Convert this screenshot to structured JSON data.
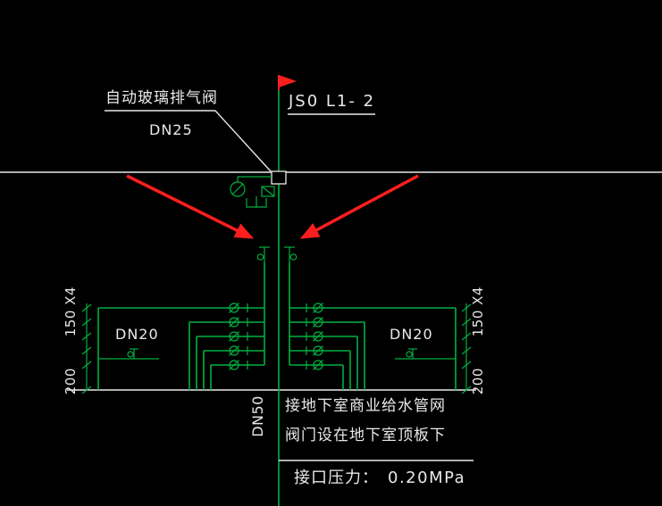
{
  "drawing": {
    "type": "plumbing-riser-diagram",
    "labels": {
      "auto_exhaust_valve": "自动玻璃排气阀",
      "auto_exhaust_valve_size": "DN25",
      "riser_id": "JS0 L1- 2",
      "branch_size_left": "DN20",
      "branch_size_right": "DN20",
      "dim_spacing_left": "150 X4",
      "dim_spacing_right": "150 X4",
      "dim_offset_left": "200",
      "dim_offset_right": "200",
      "main_pipe_size": "DN50",
      "note_line1": "接地下室商业给水管网",
      "note_line2": "阀门设在地下室顶板下",
      "pressure_label": "接口压力：",
      "pressure_value": "0.20MPa"
    },
    "colors": {
      "background": "#000000",
      "pipe_green": "#00b140",
      "annotation_white": "#e9e9e9",
      "highlight_red": "#ff1e1e"
    },
    "icons": {
      "flag_icon": "red triangular flag marker",
      "pressure_gauge_icon": "circle with needle",
      "branch_valve_icon": "circle with diagonal slash",
      "shutoff_valve_icon": "tee stem with small circle",
      "arrow_icon": "red pointer arrow",
      "dimension_tick_icon": "45-degree tick mark"
    }
  }
}
